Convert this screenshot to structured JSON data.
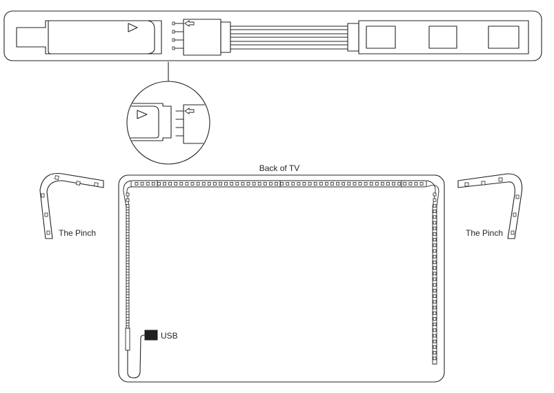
{
  "diagram": {
    "labels": {
      "back_of_tv": "Back of TV",
      "pinch_left": "The Pinch",
      "pinch_right": "The Pinch",
      "usb": "USB"
    },
    "colors": {
      "line": "#231f20",
      "background": "#ffffff"
    },
    "icons": [
      "connector-arrow-icon",
      "pin-connector-icon",
      "usb-plug-icon"
    ]
  }
}
